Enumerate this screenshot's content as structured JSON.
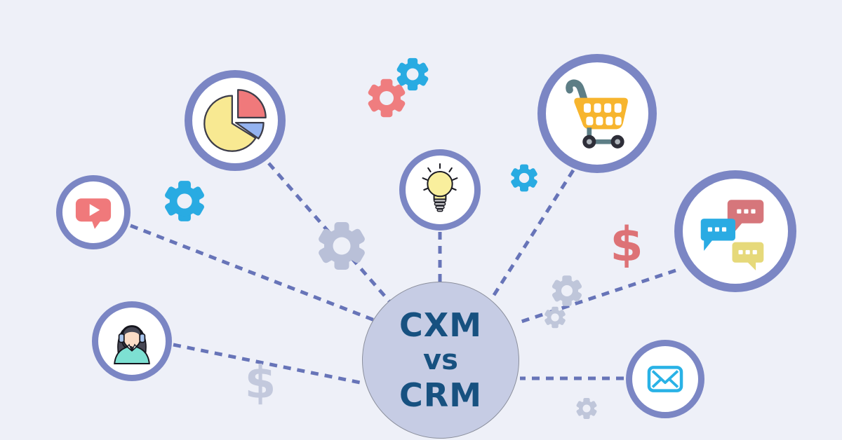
{
  "illustration": {
    "title": "CXM vs CRM infographic",
    "center": {
      "line1": "CXM",
      "line2": "vs",
      "line3": "CRM"
    },
    "symbols": {
      "dollar": "$"
    },
    "nodes": [
      {
        "id": "pie-chart",
        "icon": "pie-chart-icon"
      },
      {
        "id": "video-message",
        "icon": "video-play-bubble-icon"
      },
      {
        "id": "support-agent",
        "icon": "customer-support-agent-icon"
      },
      {
        "id": "idea",
        "icon": "lightbulb-icon"
      },
      {
        "id": "shopping-cart",
        "icon": "shopping-cart-icon"
      },
      {
        "id": "conversations",
        "icon": "chat-bubbles-icon"
      },
      {
        "id": "email",
        "icon": "envelope-icon"
      }
    ],
    "decorations": [
      "gear-icon-red",
      "gear-icon-blue-top",
      "gear-icon-blue-left",
      "gear-icon-blue-small",
      "gear-icon-gray-mid",
      "gear-icon-gray-right",
      "gear-icon-gray-right-small",
      "gear-icon-gray-bottom",
      "dollar-icon-red",
      "dollar-icon-gray"
    ],
    "colors": {
      "background": "#eef0f8",
      "ring": "#7b86c4",
      "connector": "#6774b8",
      "center_fill": "#c6cce4",
      "center_text": "#175180",
      "salmon": "#ef7d7f",
      "blue": "#29abe2",
      "pie_yellow": "#f8e992",
      "pie_blue": "#94b3f0",
      "cart_yellow": "#f7b52e",
      "cart_gray": "#5d7e86",
      "chat_red": "#d6767b",
      "chat_yellow": "#e6d97a",
      "shirt_teal": "#7de0d2",
      "gray_decor": "#bfc6da",
      "dollar_red": "#dd7276",
      "dollar_gray": "#c3c9dd"
    }
  }
}
